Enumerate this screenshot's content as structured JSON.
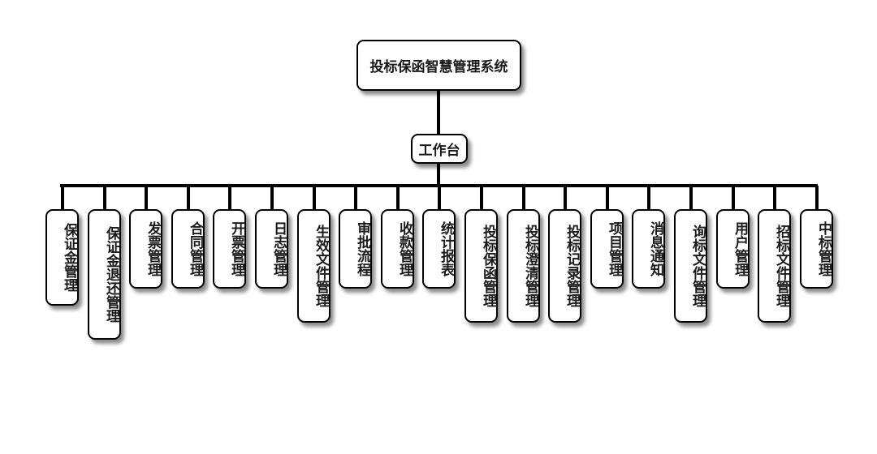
{
  "diagram": {
    "root": {
      "label": "投标保函智慧管理系统"
    },
    "hub": {
      "label": "工作台"
    },
    "children": [
      {
        "label": "保证金管理"
      },
      {
        "label": "保证金退还管理"
      },
      {
        "label": "发票管理"
      },
      {
        "label": "合同管理"
      },
      {
        "label": "开票管理"
      },
      {
        "label": "日志管理"
      },
      {
        "label": "生效文件管理"
      },
      {
        "label": "审批流程"
      },
      {
        "label": "收款管理"
      },
      {
        "label": "统计报表"
      },
      {
        "label": "投标保函管理"
      },
      {
        "label": "投标澄清管理"
      },
      {
        "label": "投标记录管理"
      },
      {
        "label": "项目管理"
      },
      {
        "label": "消息通知"
      },
      {
        "label": "询标文件管理"
      },
      {
        "label": "用户管理"
      },
      {
        "label": "招标文件管理"
      },
      {
        "label": "中标管理"
      }
    ]
  }
}
